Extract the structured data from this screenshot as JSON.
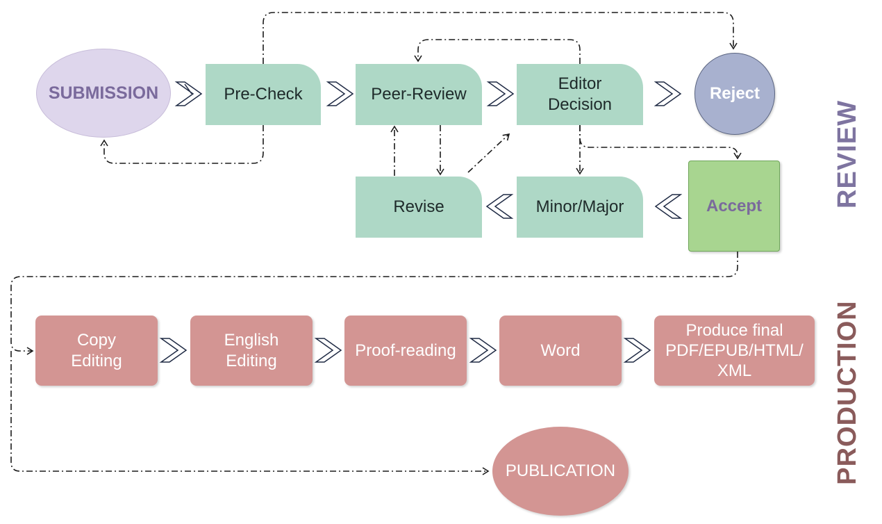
{
  "colors": {
    "teal": "#aed8c6",
    "rose": "#d39593",
    "accept_green": "#a8d590",
    "submission_fill": "#ded6ec",
    "submission_text": "#7a6a9c",
    "reject_fill": "#a8b1cf",
    "review_label": "#7e74a0",
    "production_label": "#8a5b5b",
    "connector": "#1a1a1a"
  },
  "review": {
    "label": "REVIEW",
    "submission": "SUBMISSION",
    "pre_check": "Pre-Check",
    "peer_review": "Peer-Review",
    "editor_decision": "Editor\nDecision",
    "reject": "Reject",
    "accept": "Accept",
    "minor_major": "Minor/Major",
    "revise": "Revise"
  },
  "production": {
    "label": "PRODUCTION",
    "copy_editing": "Copy\nEditing",
    "english_editing": "English\nEditing",
    "proof_reading": "Proof-reading",
    "word": "Word",
    "produce_final": "Produce final\nPDF/EPUB/HTML/\nXML",
    "publication": "PUBLICATION"
  }
}
